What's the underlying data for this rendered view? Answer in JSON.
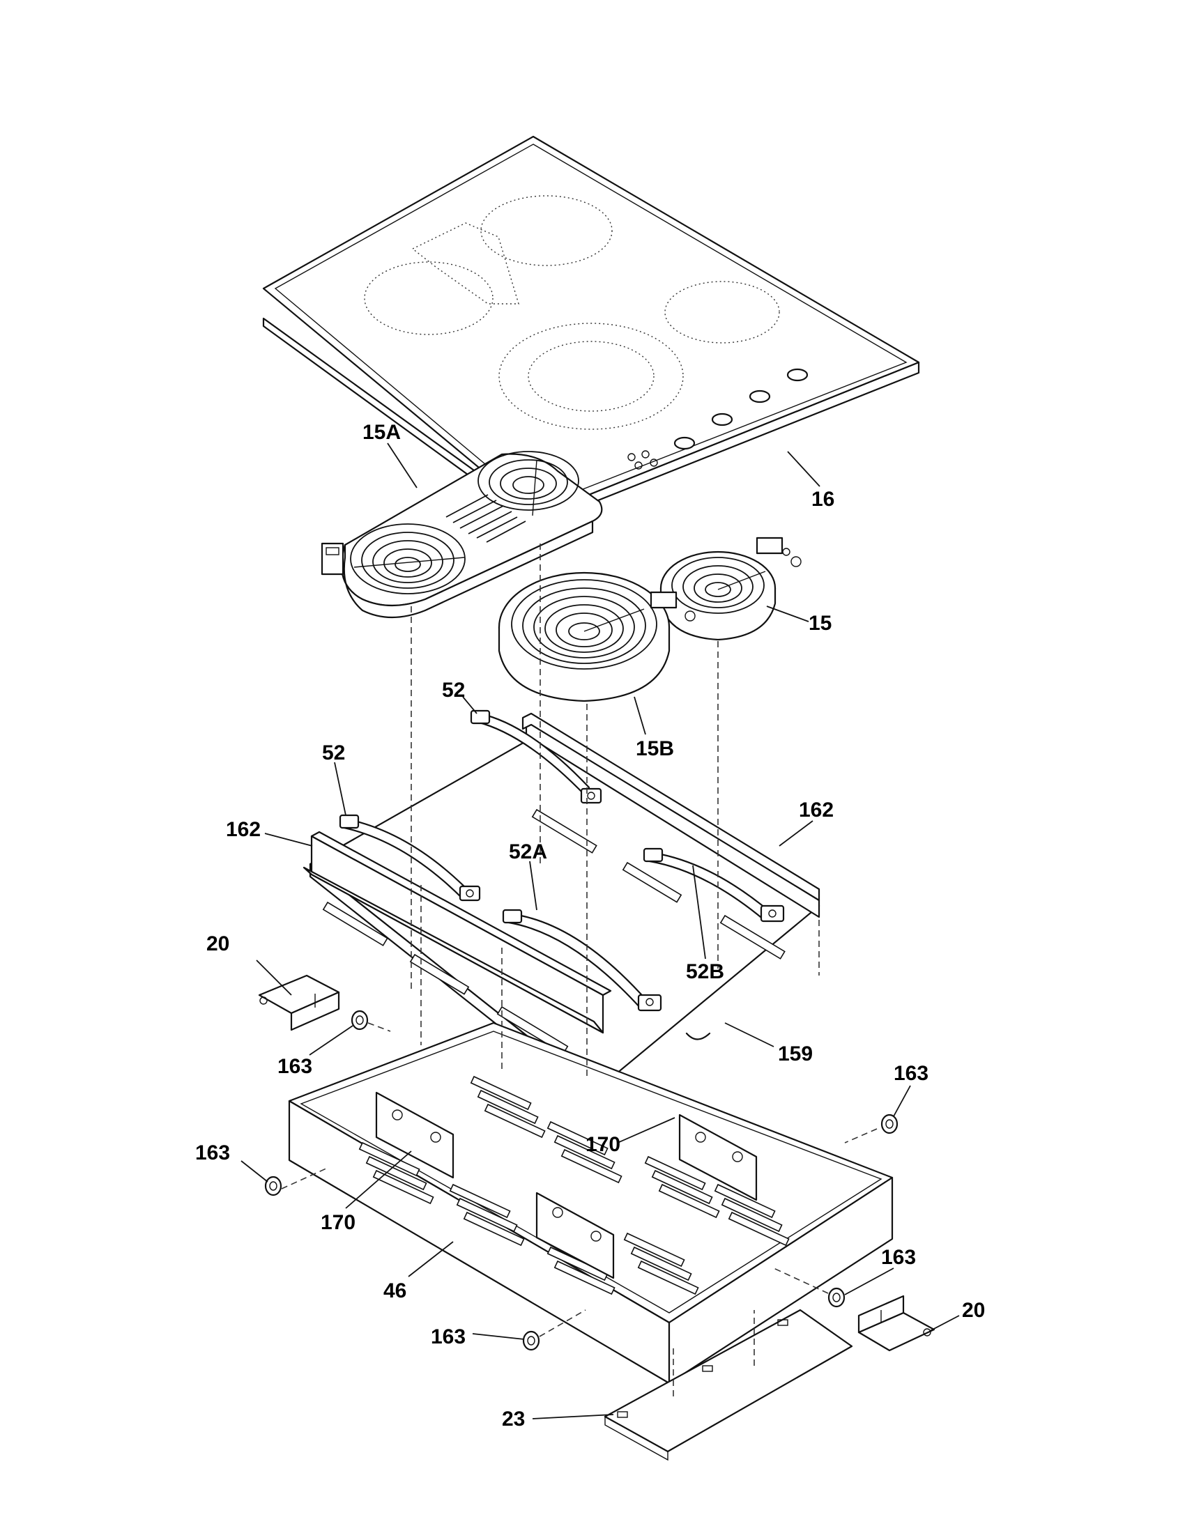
{
  "diagram": {
    "title": "",
    "callouts": {
      "c15a": "15A",
      "c16": "16",
      "c15": "15",
      "c15b": "15B",
      "c52_top": "52",
      "c52_left": "52",
      "c162_left": "162",
      "c162_right": "162",
      "c52a": "52A",
      "c52b": "52B",
      "c20_left": "20",
      "c163_mid": "163",
      "c159": "159",
      "c163_right": "163",
      "c163_left": "163",
      "c170_right": "170",
      "c170_left": "170",
      "c46": "46",
      "c163_bottom_right": "163",
      "c20_right": "20",
      "c163_bottom": "163",
      "c23": "23"
    }
  }
}
